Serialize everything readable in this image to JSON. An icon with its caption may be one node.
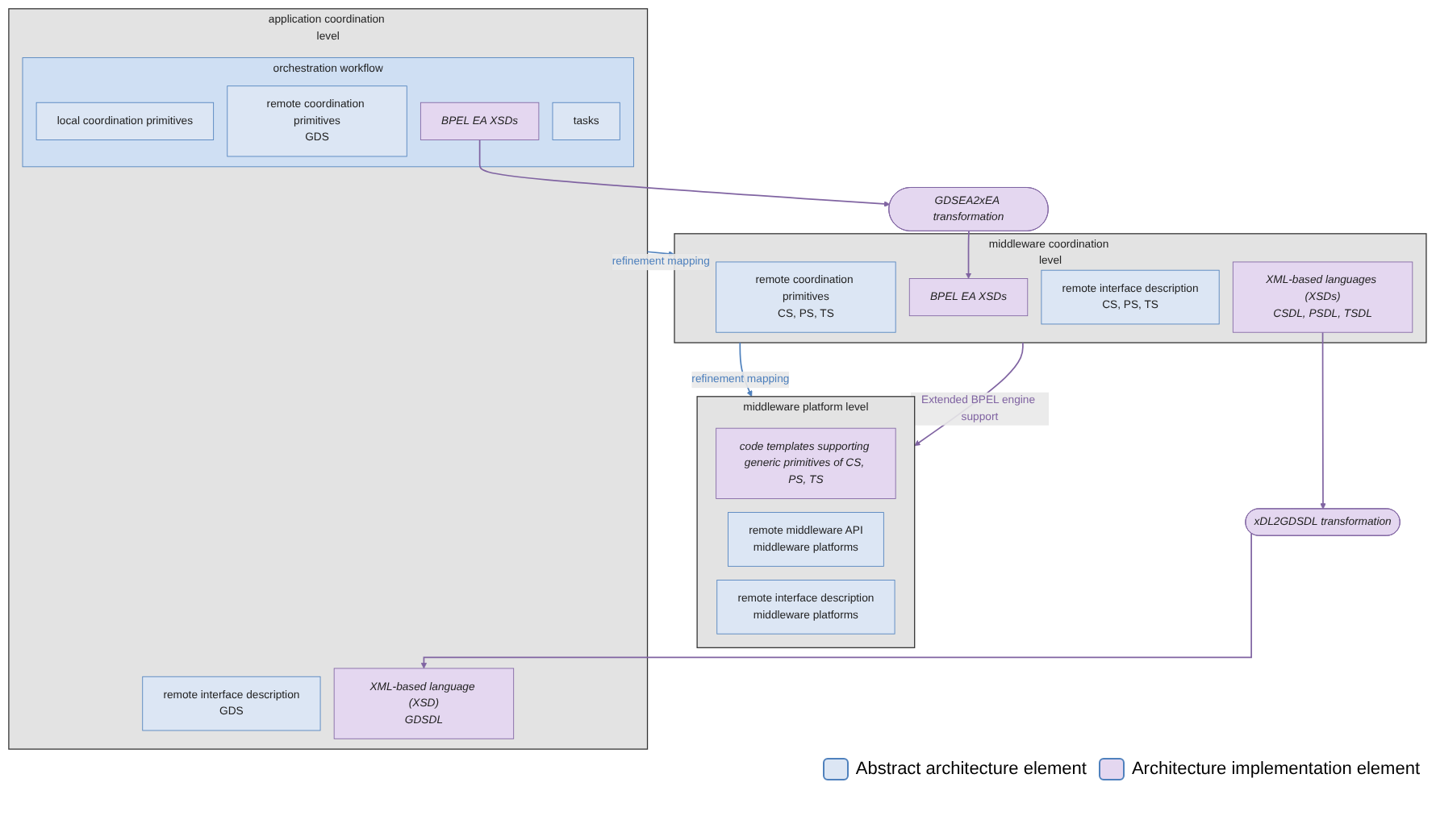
{
  "diagram": {
    "nodes": [
      {
        "text": [
          "application coordination level"
        ]
      },
      {
        "text": [
          "orchestration workflow"
        ],
        "in": 0
      },
      {
        "text": [
          "local coordination primitives"
        ],
        "in": 1
      },
      {
        "text": [
          "remote coordination primitives",
          "GDS"
        ],
        "in": 1
      },
      {
        "text": [
          "BPEL EA XSDs"
        ],
        "in": 1
      },
      {
        "text": [
          "tasks"
        ],
        "in": 1
      },
      {
        "text": [
          "remote interface description",
          "GDS"
        ],
        "in": 0
      },
      {
        "text": [
          "XML-based language (XSD)",
          "GDSDL"
        ],
        "in": 0
      },
      {
        "text": [
          "middleware coordination level"
        ]
      },
      {
        "text": [
          "remote coordination primitives",
          "CS, PS, TS"
        ],
        "in": 8
      },
      {
        "text": [
          "BPEL EA XSDs"
        ],
        "in": 8
      },
      {
        "text": [
          "remote interface description",
          "CS, PS, TS"
        ],
        "in": 8
      },
      {
        "text": [
          "XML-based languages (XSDs)",
          "CSDL, PSDL, TSDL"
        ],
        "in": 8
      },
      {
        "text": [
          "middleware platform level"
        ]
      },
      {
        "text": [
          "code templates supporting generic primitives of CS, PS, TS"
        ],
        "in": 13
      },
      {
        "text": [
          "remote middleware API",
          "middleware platforms"
        ],
        "in": 13
      },
      {
        "text": [
          "remote interface description",
          "middleware platforms"
        ],
        "in": 13
      },
      {
        "text": [
          "GDSEA2xEA transformation"
        ]
      },
      {
        "text": [
          "xDL2GDSDL transformation"
        ]
      }
    ],
    "edges": [
      {
        "from": 0,
        "to": 8,
        "arrow": "to",
        "label": "refinement mapping",
        "color": "#4f81bd"
      },
      {
        "from": 4,
        "to": 17,
        "arrow": "to"
      },
      {
        "from": 17,
        "to": 10,
        "arrow": "to"
      },
      {
        "from": 12,
        "to": 18,
        "arrow": "to"
      },
      {
        "from": 18,
        "to": 7,
        "arrow": "to"
      },
      {
        "from": 8,
        "to": 13,
        "arrow": "to",
        "label": "refinement mapping",
        "color": "#4f81bd"
      },
      {
        "from": 8,
        "to": 13,
        "arrow": "to",
        "label": "Extended BPEL engine support"
      }
    ],
    "legend": [
      {
        "text": "Abstract architecture element",
        "color": "#dce6f4"
      },
      {
        "text": "Architecture implementation element",
        "color": "#e4d7f0"
      }
    ]
  }
}
